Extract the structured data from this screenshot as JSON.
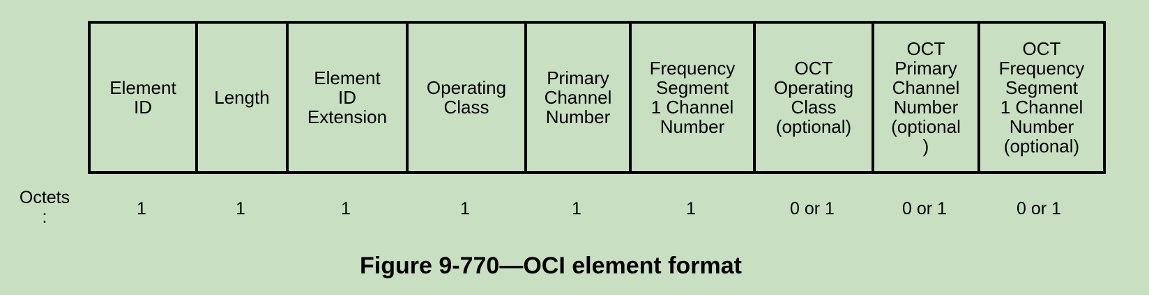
{
  "fields": [
    {
      "label": "Element\nID"
    },
    {
      "label": "Length"
    },
    {
      "label": "Element\nID\nExtension"
    },
    {
      "label": "Operating\nClass"
    },
    {
      "label": "Primary\nChannel\nNumber"
    },
    {
      "label": "Frequency\nSegment\n1 Channel\nNumber"
    },
    {
      "label": "OCT\nOperating\nClass\n(optional)"
    },
    {
      "label": "OCT\nPrimary\nChannel\nNumber\n(optional\n)"
    },
    {
      "label": "OCT\nFrequency\nSegment\n1 Channel\nNumber\n(optional)"
    }
  ],
  "octets_label": "Octets\n:",
  "octets": [
    "1",
    "1",
    "1",
    "1",
    "1",
    "1",
    "0 or 1",
    "0 or 1",
    "0 or 1"
  ],
  "caption": "Figure 9-770—OCI element format"
}
